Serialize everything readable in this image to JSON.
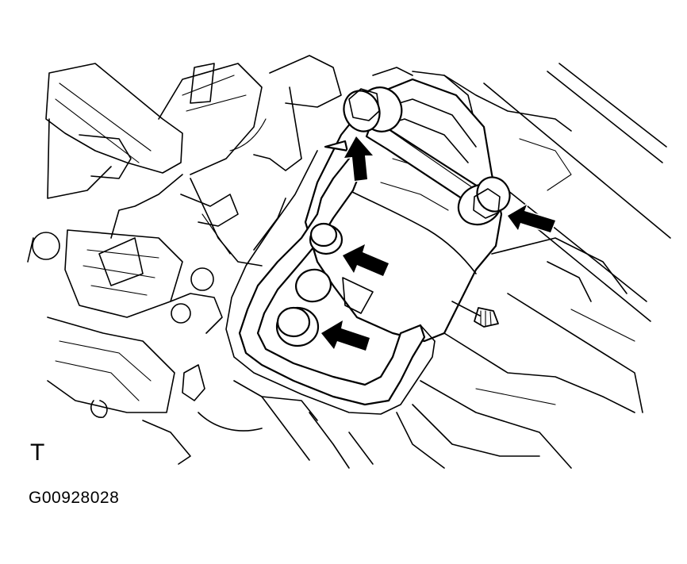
{
  "figure": {
    "view_marker": "T",
    "figure_code": "G00928028",
    "arrow_count": 4,
    "icons": [
      "arrow-icon"
    ]
  }
}
